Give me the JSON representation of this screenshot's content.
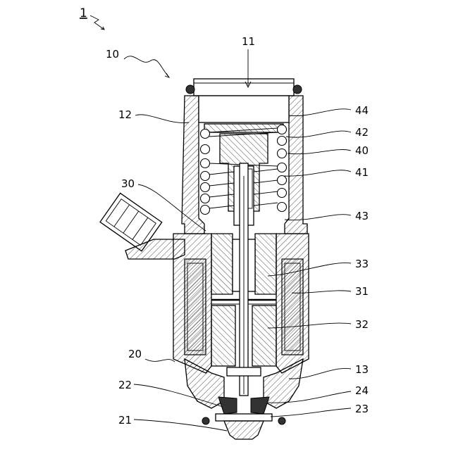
{
  "figure_number": "1",
  "labels": {
    "n10": "10",
    "n11": "11",
    "n12": "12",
    "n13": "13",
    "n20": "20",
    "n21": "21",
    "n22": "22",
    "n23": "23",
    "n24": "24",
    "n30": "30",
    "n31": "31",
    "n32": "32",
    "n33": "33",
    "n40": "40",
    "n41": "41",
    "n42": "42",
    "n43": "43",
    "n44": "44"
  }
}
